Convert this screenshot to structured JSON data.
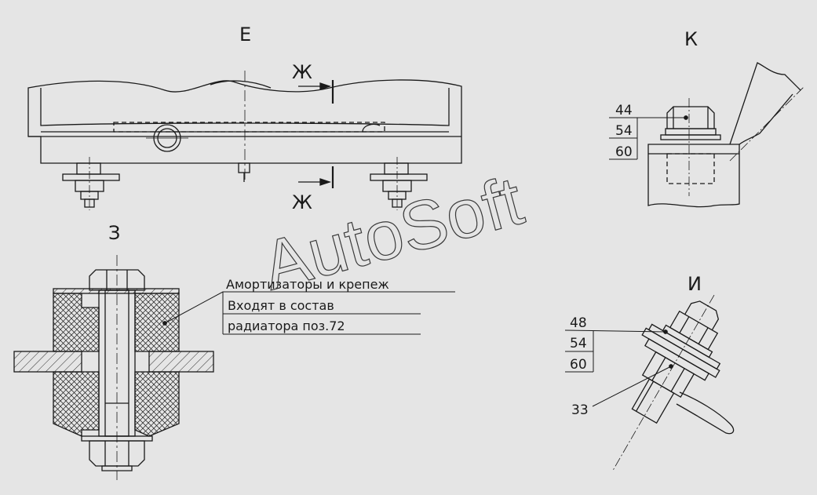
{
  "views": {
    "e": {
      "label": "Е",
      "section_marks": [
        "Ж",
        "Ж"
      ]
    },
    "k": {
      "label": "К",
      "callouts": [
        "44",
        "54",
        "60"
      ]
    },
    "z": {
      "label": "З",
      "note": [
        "Амортизаторы и крепеж",
        "Входят в состав",
        "радиатора поз.72"
      ]
    },
    "i": {
      "label": "И",
      "callouts": [
        "48",
        "54",
        "60"
      ],
      "extra_callout": "33"
    }
  },
  "watermark": "AutoSoft",
  "colors": {
    "background": "#e5e5e5",
    "line": "#1a1a1a"
  }
}
